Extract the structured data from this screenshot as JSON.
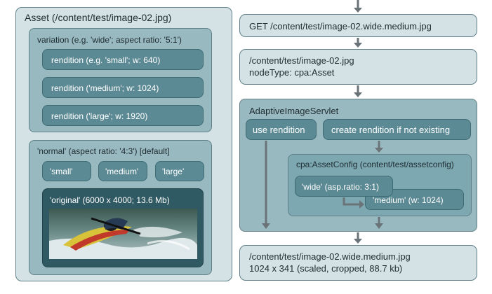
{
  "left": {
    "asset_title": "Asset (/content/test/image-02.jpg)",
    "variation_wide": {
      "title": "variation (e.g. 'wide'; aspect ratio: '5:1')",
      "renditions": [
        "rendition (e.g. 'small'; w: 640)",
        "rendition ('medium'; w: 1024)",
        "rendition ('large'; w: 1920)"
      ]
    },
    "variation_normal": {
      "title": "'normal' (aspect ratio: '4:3') [default]",
      "renditions": [
        "'small'",
        "'medium'",
        "'large'"
      ],
      "original_label": "'original' (6000 x 4000; 13.6 Mb)",
      "photo": "kayak-photo"
    }
  },
  "right": {
    "request": "GET /content/test/image-02.wide.medium.jpg",
    "resolved": {
      "line1": "/content/test/image-02.jpg",
      "line2": "nodeType: cpa:Asset"
    },
    "servlet": {
      "title": "AdaptiveImageServlet",
      "use_rendition": "use rendition",
      "create_rendition": "create rendition if not existing",
      "config_title": "cpa:AssetConfig (content/test/assetconfig)",
      "wide": "'wide' (asp.ratio: 3:1)",
      "medium": "'medium' (w: 1024)"
    },
    "result": {
      "line1": "/content/test/image-02.wide.medium.jpg",
      "line2": "1024 x 341 (scaled, cropped, 88.7 kb)"
    }
  },
  "colors": {
    "arrow": "#6a7378",
    "lightest": "#d4e1e5",
    "light": "#99b9c0",
    "medium": "#7da8b1",
    "darker": "#5c8a94",
    "dark": "#2f5963"
  }
}
